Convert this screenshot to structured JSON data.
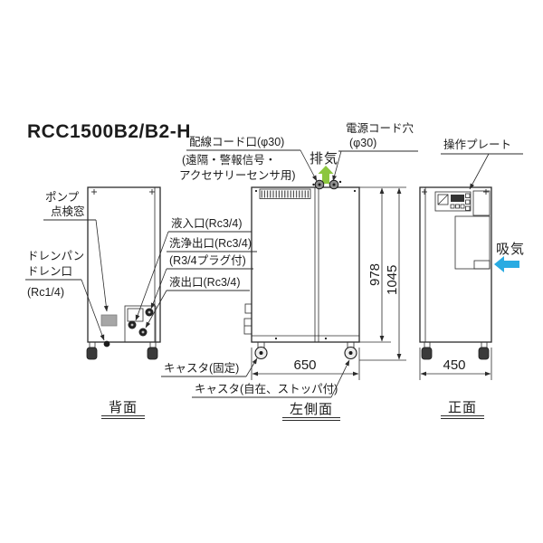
{
  "title": "RCC1500B2/B2-H",
  "colors": {
    "line": "#2b2b2b",
    "exhaust_green": "#8CC63F",
    "intake_blue": "#29ABE2",
    "window_gray": "#a6a6a6"
  },
  "labels": {
    "pump_window_line1": "ポンプ",
    "pump_window_line2": "点検窓",
    "drain_line1": "ドレンパン",
    "drain_line2": "ドレン口",
    "drain_line3": "(Rc1/4)",
    "wiring_port": "配線コード口(φ30)",
    "wiring_note1": "(遠隔・警報信号・",
    "wiring_note2": "アクセサリーセンサ用)",
    "liquid_inlet": "液入口(Rc3/4)",
    "wash_outlet": "洗浄出口(Rc3/4)",
    "wash_outlet_note": "(R3/4プラグ付)",
    "liquid_outlet": "液出口(Rc3/4)",
    "exhaust": "排気",
    "power_hole_line1": "電源コード穴",
    "power_hole_line2": "(φ30)",
    "operation_plate": "操作プレート",
    "intake": "吸気",
    "caster_fixed": "キャスタ(固定)",
    "caster_swivel": "キャスタ(自在、ストッパ付)"
  },
  "dimensions": {
    "side_width": "650",
    "front_width": "450",
    "body_height": "978",
    "total_height": "1045"
  },
  "captions": {
    "back": "背面",
    "side": "左側面",
    "front": "正面"
  }
}
